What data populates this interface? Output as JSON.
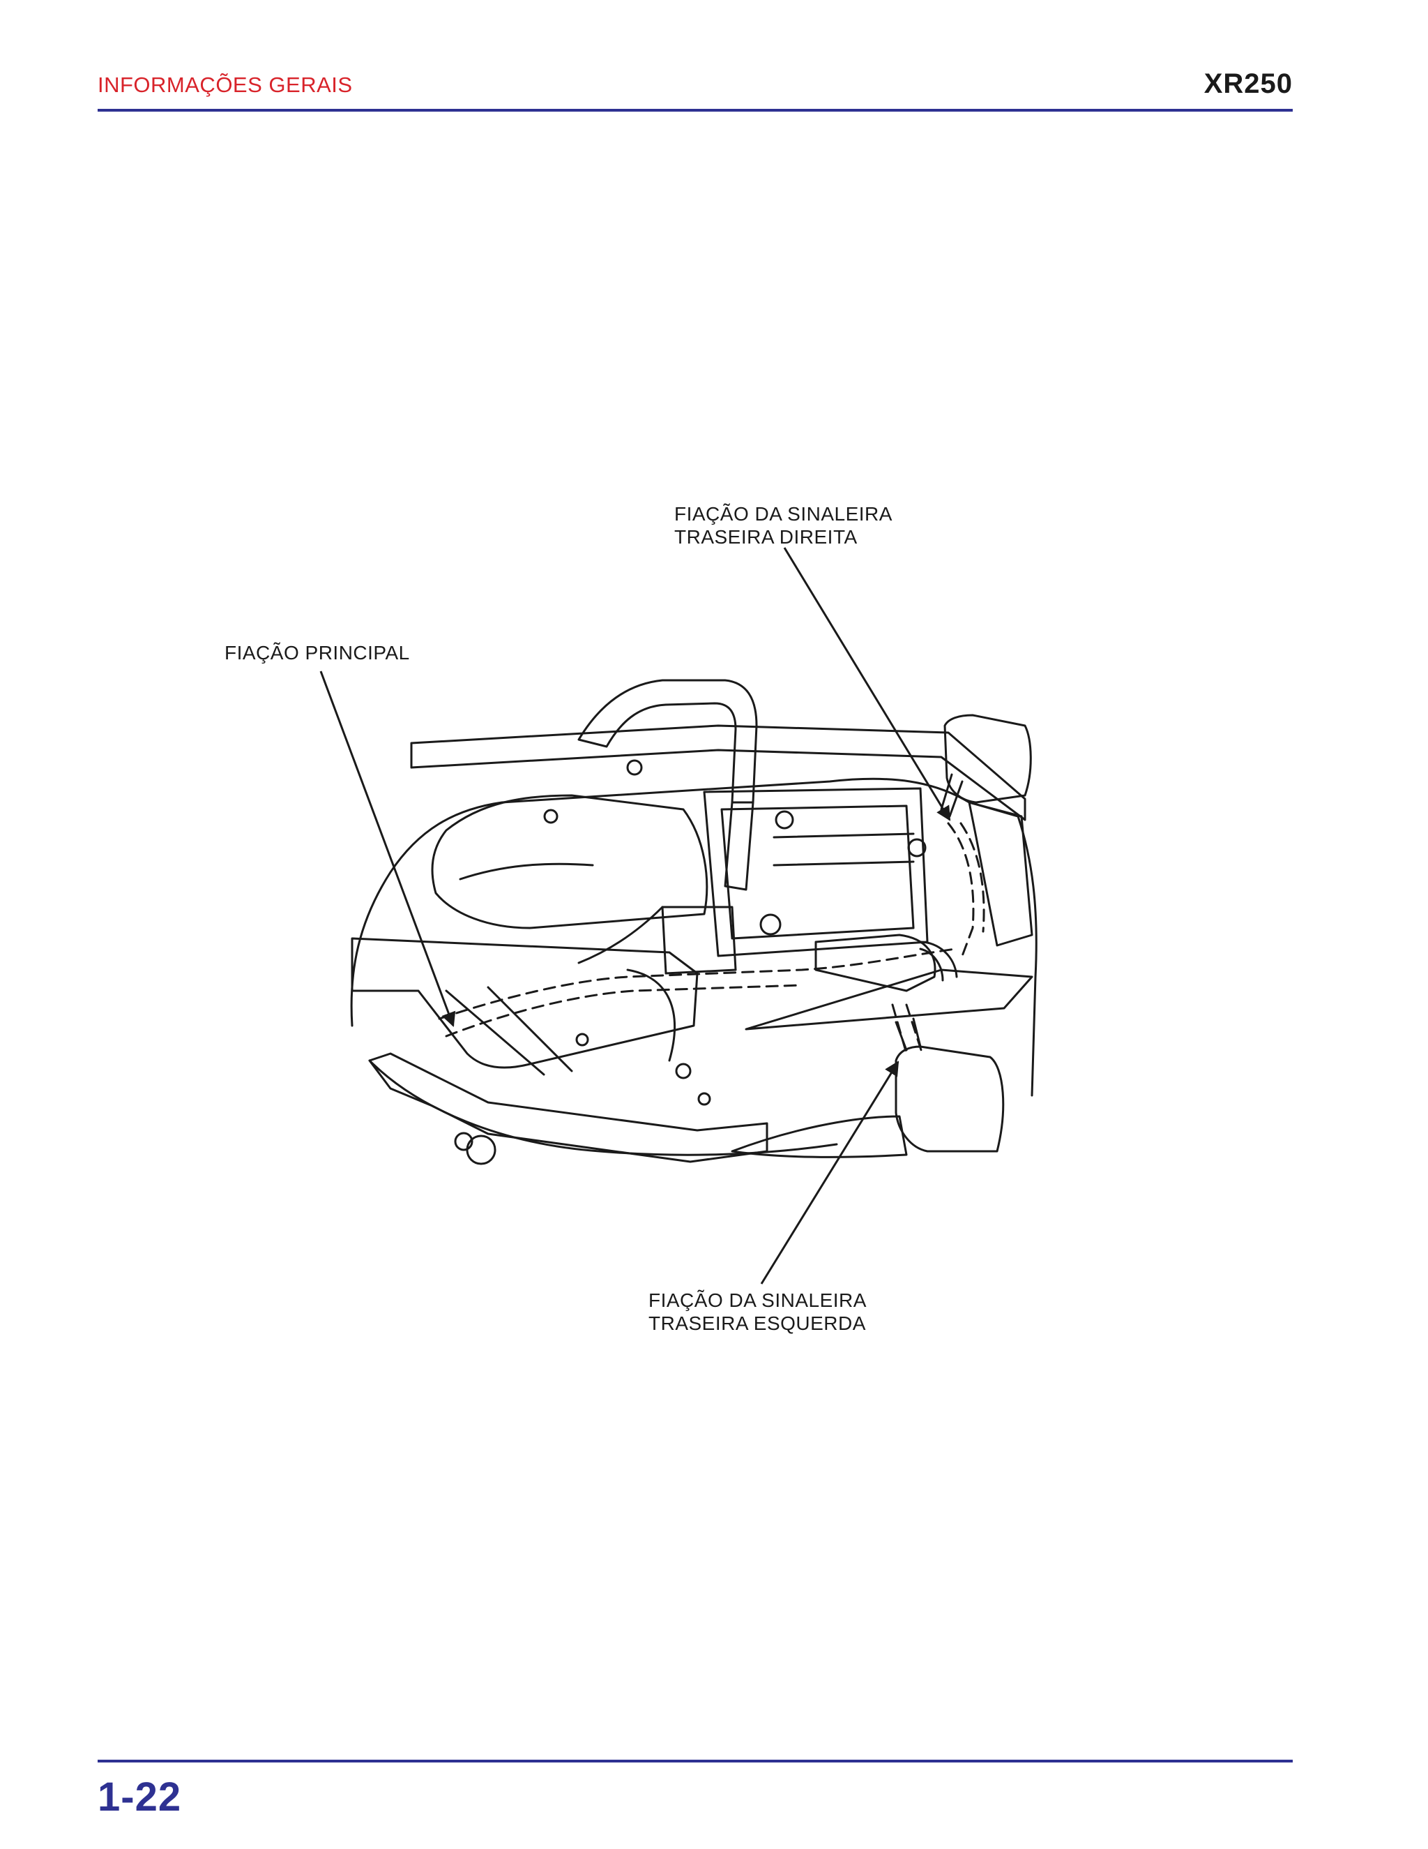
{
  "header": {
    "section": "INFORMAÇÕES GERAIS",
    "model": "XR250"
  },
  "callouts": {
    "main_wiring": "FIAÇÃO PRINCIPAL",
    "right_turn_line1": "FIAÇÃO DA SINALEIRA",
    "right_turn_line2": "TRASEIRA DIREITA",
    "left_turn_line1": "FIAÇÃO DA SINALEIRA",
    "left_turn_line2": "TRASEIRA ESQUERDA"
  },
  "footer": {
    "page_number": "1-22"
  },
  "colors": {
    "section_red": "#d8232a",
    "rule_blue": "#2e3192",
    "ink": "#1a1a1a"
  }
}
